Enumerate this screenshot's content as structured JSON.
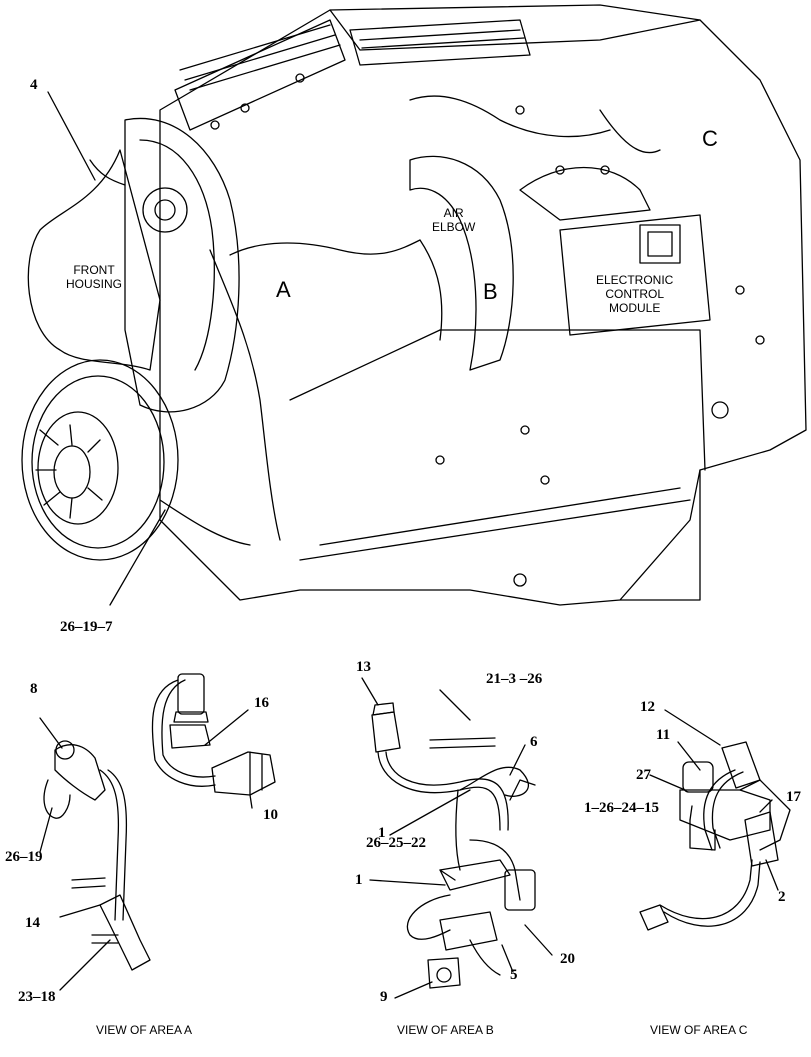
{
  "areas": {
    "a": "A",
    "b": "B",
    "c": "C"
  },
  "labels": {
    "front_housing": "FRONT\nHOUSING",
    "air_elbow": "AIR\nELBOW",
    "ecm": "ELECTRONIC\nCONTROL\nMODULE"
  },
  "callouts": {
    "c4": "4",
    "c26_19_7": "26–19–7",
    "c8": "8",
    "c26_19": "26–19",
    "c14": "14",
    "c23_18": "23–18",
    "c16": "16",
    "c10": "10",
    "c13": "13",
    "c21_3_26": "21–3 –26",
    "c6": "6",
    "c1a": "1",
    "c26_25_22": "26–25–22",
    "c1b": "1",
    "c20": "20",
    "c5": "5",
    "c9": "9",
    "c12": "12",
    "c11": "11",
    "c27": "27",
    "c17": "17",
    "c1_26_24_15": "1–26–24–15",
    "c2": "2"
  },
  "views": {
    "a": "VIEW OF AREA  A",
    "b": "VIEW OF AREA  B",
    "c": "VIEW OF AREA  C"
  }
}
